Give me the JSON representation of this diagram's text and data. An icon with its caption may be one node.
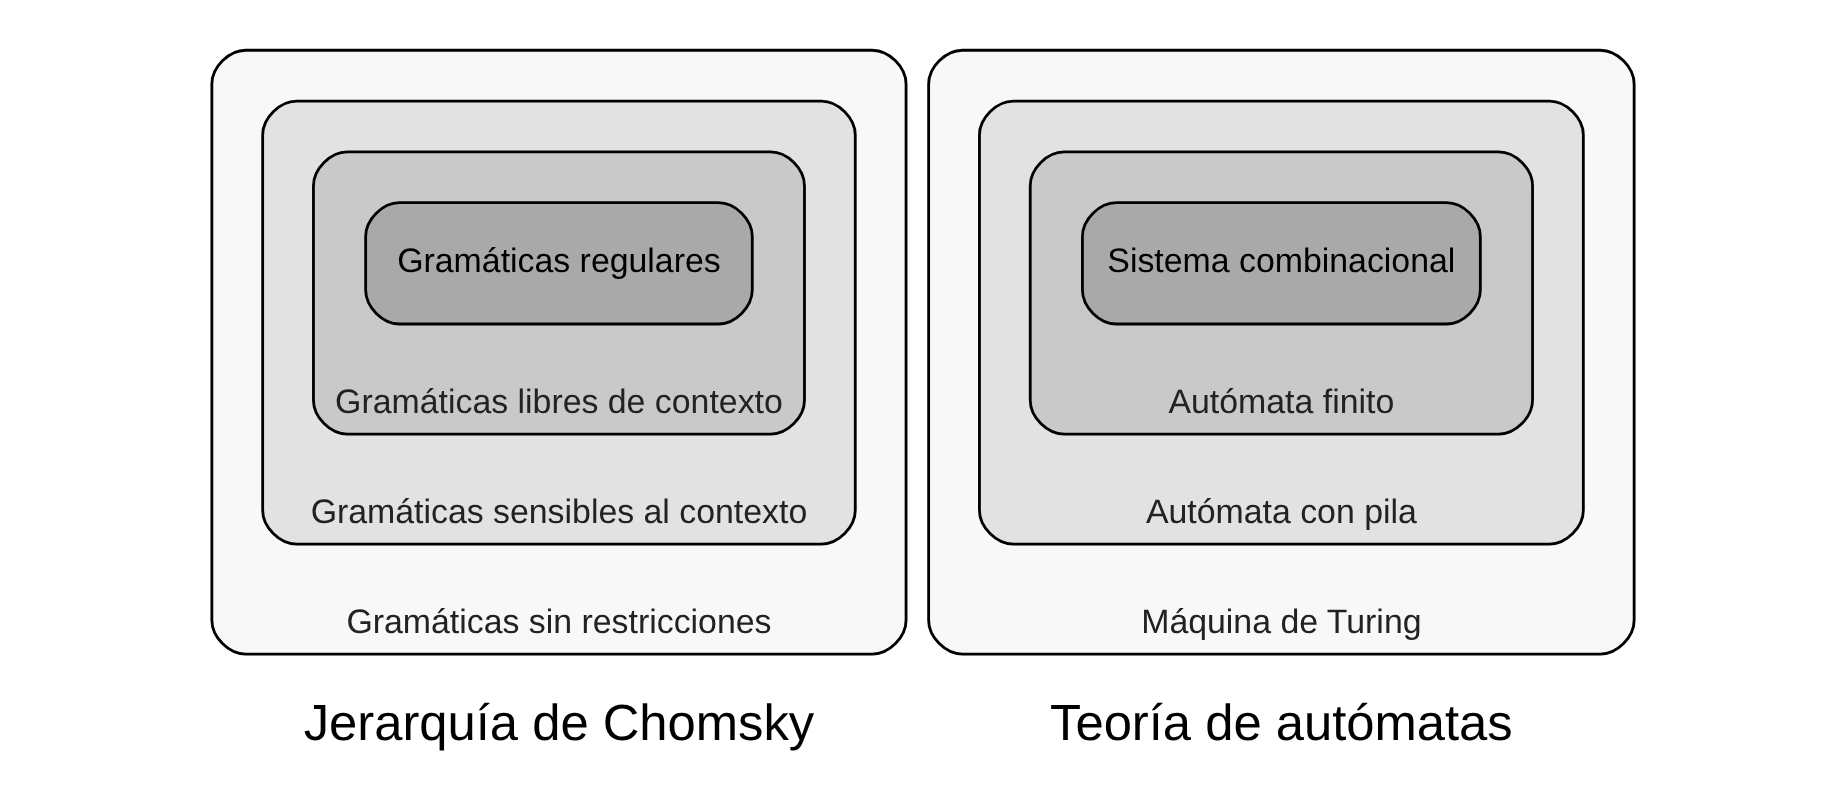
{
  "diagram": {
    "nodes": [
      {
        "text": [
          "Gramáticas sin restricciones"
        ]
      },
      {
        "text": [
          "Gramáticas sensibles al contexto"
        ],
        "in": 0
      },
      {
        "text": [
          "Gramáticas libres de contexto"
        ],
        "in": 1
      },
      {
        "text": [
          "Gramáticas regulares"
        ],
        "in": 2
      },
      {
        "text": [
          "Máquina de Turing"
        ]
      },
      {
        "text": [
          "Autómata con pila"
        ],
        "in": 4
      },
      {
        "text": [
          "Autómata finito"
        ],
        "in": 5
      },
      {
        "text": [
          "Sistema combinacional"
        ],
        "in": 6
      }
    ],
    "edges": [],
    "labels": [
      "Jerarquía de Chomsky",
      "Teoría de autómatas"
    ]
  }
}
